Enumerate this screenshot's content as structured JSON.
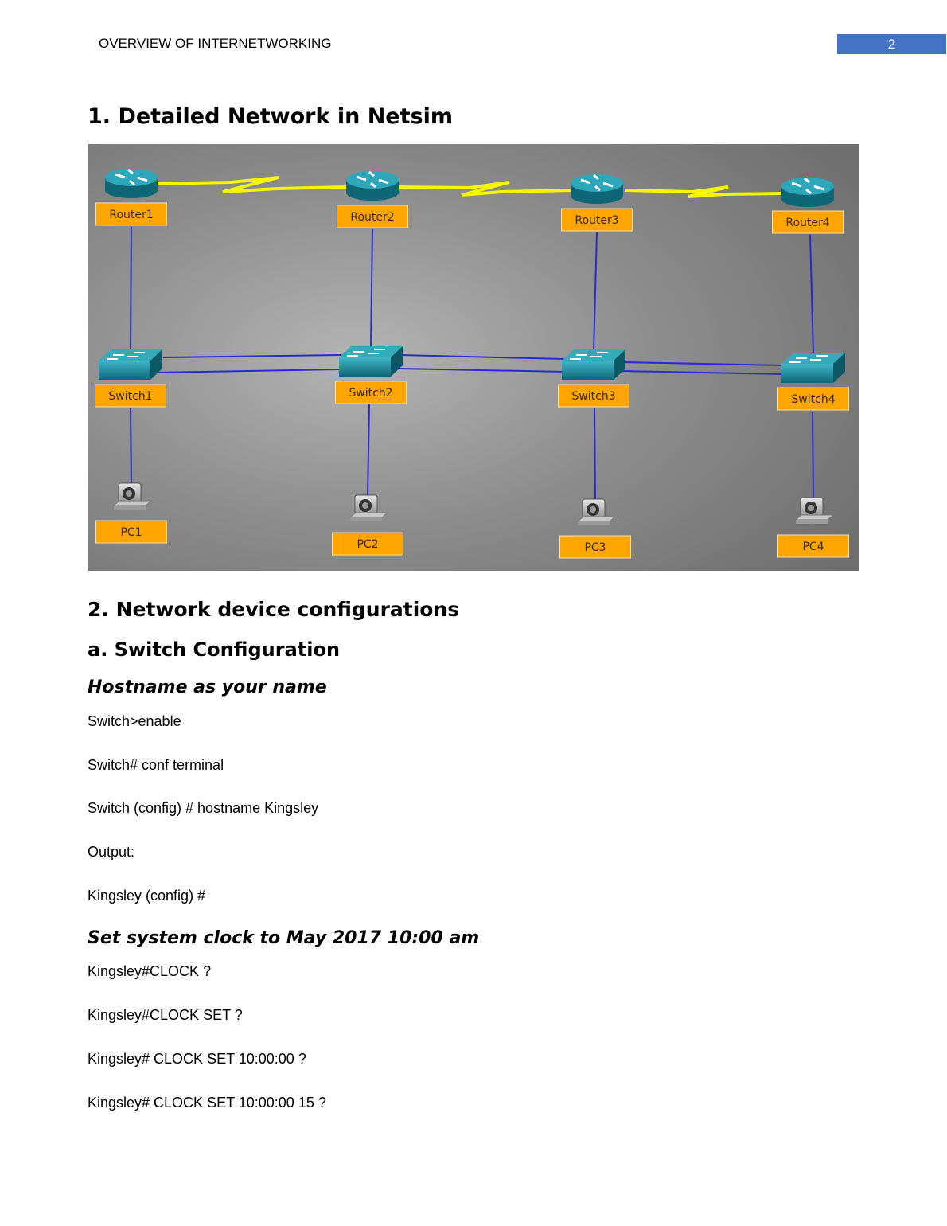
{
  "header": {
    "running_title": "OVERVIEW OF INTERNETWORKING",
    "page_number": "2"
  },
  "sections": {
    "s1_title": "1. Detailed Network in Netsim",
    "s2_title": "2. Network device configurations",
    "s2a_title": "a. Switch Configuration",
    "hostname_heading": "Hostname as your name",
    "hostname_lines": [
      "Switch>enable",
      "Switch# conf terminal",
      "Switch (config) # hostname Kingsley",
      "Output:",
      "Kingsley (config) #"
    ],
    "clock_heading": "Set system clock to May 2017 10:00 am",
    "clock_lines": [
      "Kingsley#CLOCK ?",
      "Kingsley#CLOCK SET ?",
      "Kingsley# CLOCK SET 10:00:00 ?",
      "Kingsley# CLOCK SET 10:00:00 15 ?"
    ]
  },
  "diagram": {
    "colors": {
      "label_fill": "#ffa500",
      "serial_link": "#f5f500",
      "ethernet_link": "#2a2ad0",
      "device_teal": "#1d8fa0"
    },
    "routers": [
      "Router1",
      "Router2",
      "Router3",
      "Router4"
    ],
    "switches": [
      "Switch1",
      "Switch2",
      "Switch3",
      "Switch4"
    ],
    "pcs": [
      "PC1",
      "PC2",
      "PC3",
      "PC4"
    ]
  }
}
